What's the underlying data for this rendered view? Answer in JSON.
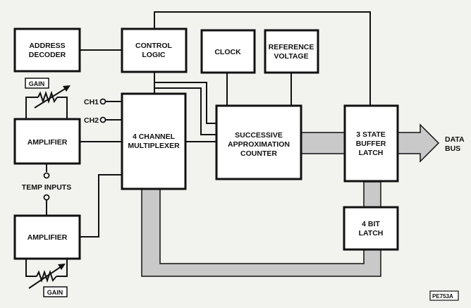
{
  "blocks": {
    "address_decoder": [
      "ADDRESS",
      "DECODER"
    ],
    "control_logic": [
      "CONTROL",
      "LOGIC"
    ],
    "clock": [
      "CLOCK"
    ],
    "reference_voltage": [
      "REFERENCE",
      "VOLTAGE"
    ],
    "amplifier_top": [
      "AMPLIFIER"
    ],
    "amplifier_bottom": [
      "AMPLIFIER"
    ],
    "multiplexer": [
      "4 CHANNEL",
      "MULTIPLEXER"
    ],
    "counter": [
      "SUCCESSIVE",
      "APPROXIMATION",
      "COUNTER"
    ],
    "buffer_latch": [
      "3  STATE",
      "BUFFER",
      "LATCH"
    ],
    "bit_latch": [
      "4  BIT",
      "LATCH"
    ]
  },
  "labels": {
    "gain_top": "GAIN",
    "gain_bottom": "GAIN",
    "ch1": "CH1",
    "ch2": "CH2",
    "temp_inputs": "TEMP INPUTS",
    "data_bus": [
      "DATA",
      "BUS"
    ],
    "figure_id": "PE753A"
  }
}
